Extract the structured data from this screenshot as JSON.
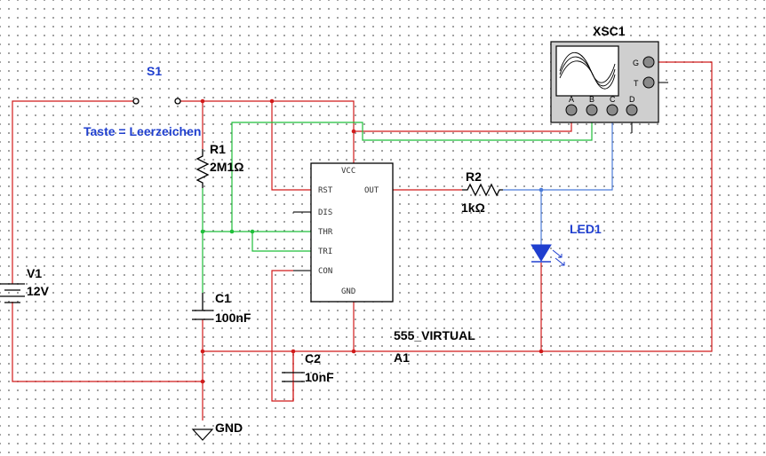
{
  "components": {
    "switch": {
      "ref": "S1",
      "key_hint": "Taste = Leerzeichen"
    },
    "battery": {
      "ref": "V1",
      "value": "12V"
    },
    "r1": {
      "ref": "R1",
      "value": "2M1Ω"
    },
    "r2": {
      "ref": "R2",
      "value": "1kΩ"
    },
    "c1": {
      "ref": "C1",
      "value": "100nF"
    },
    "c2": {
      "ref": "C2",
      "value": "10nF"
    },
    "led": {
      "ref": "LED1"
    },
    "timer": {
      "model": "555_VIRTUAL",
      "ref": "A1",
      "pins": {
        "vcc": "VCC",
        "rst": "RST",
        "out": "OUT",
        "dis": "DIS",
        "thr": "THR",
        "tri": "TRI",
        "con": "CON",
        "gnd": "GND"
      }
    },
    "oscilloscope": {
      "ref": "XSC1",
      "channels": [
        "A",
        "B",
        "C",
        "D"
      ],
      "side_terminals": [
        "G",
        "T"
      ]
    },
    "ground": {
      "label": "GND"
    }
  },
  "colors": {
    "wire_supply": "#d11a1a",
    "wire_threshold": "#1fbf3a",
    "wire_output": "#4b7bd9",
    "label_blue": "#1f3fcf",
    "led": "#1f3fcf"
  }
}
